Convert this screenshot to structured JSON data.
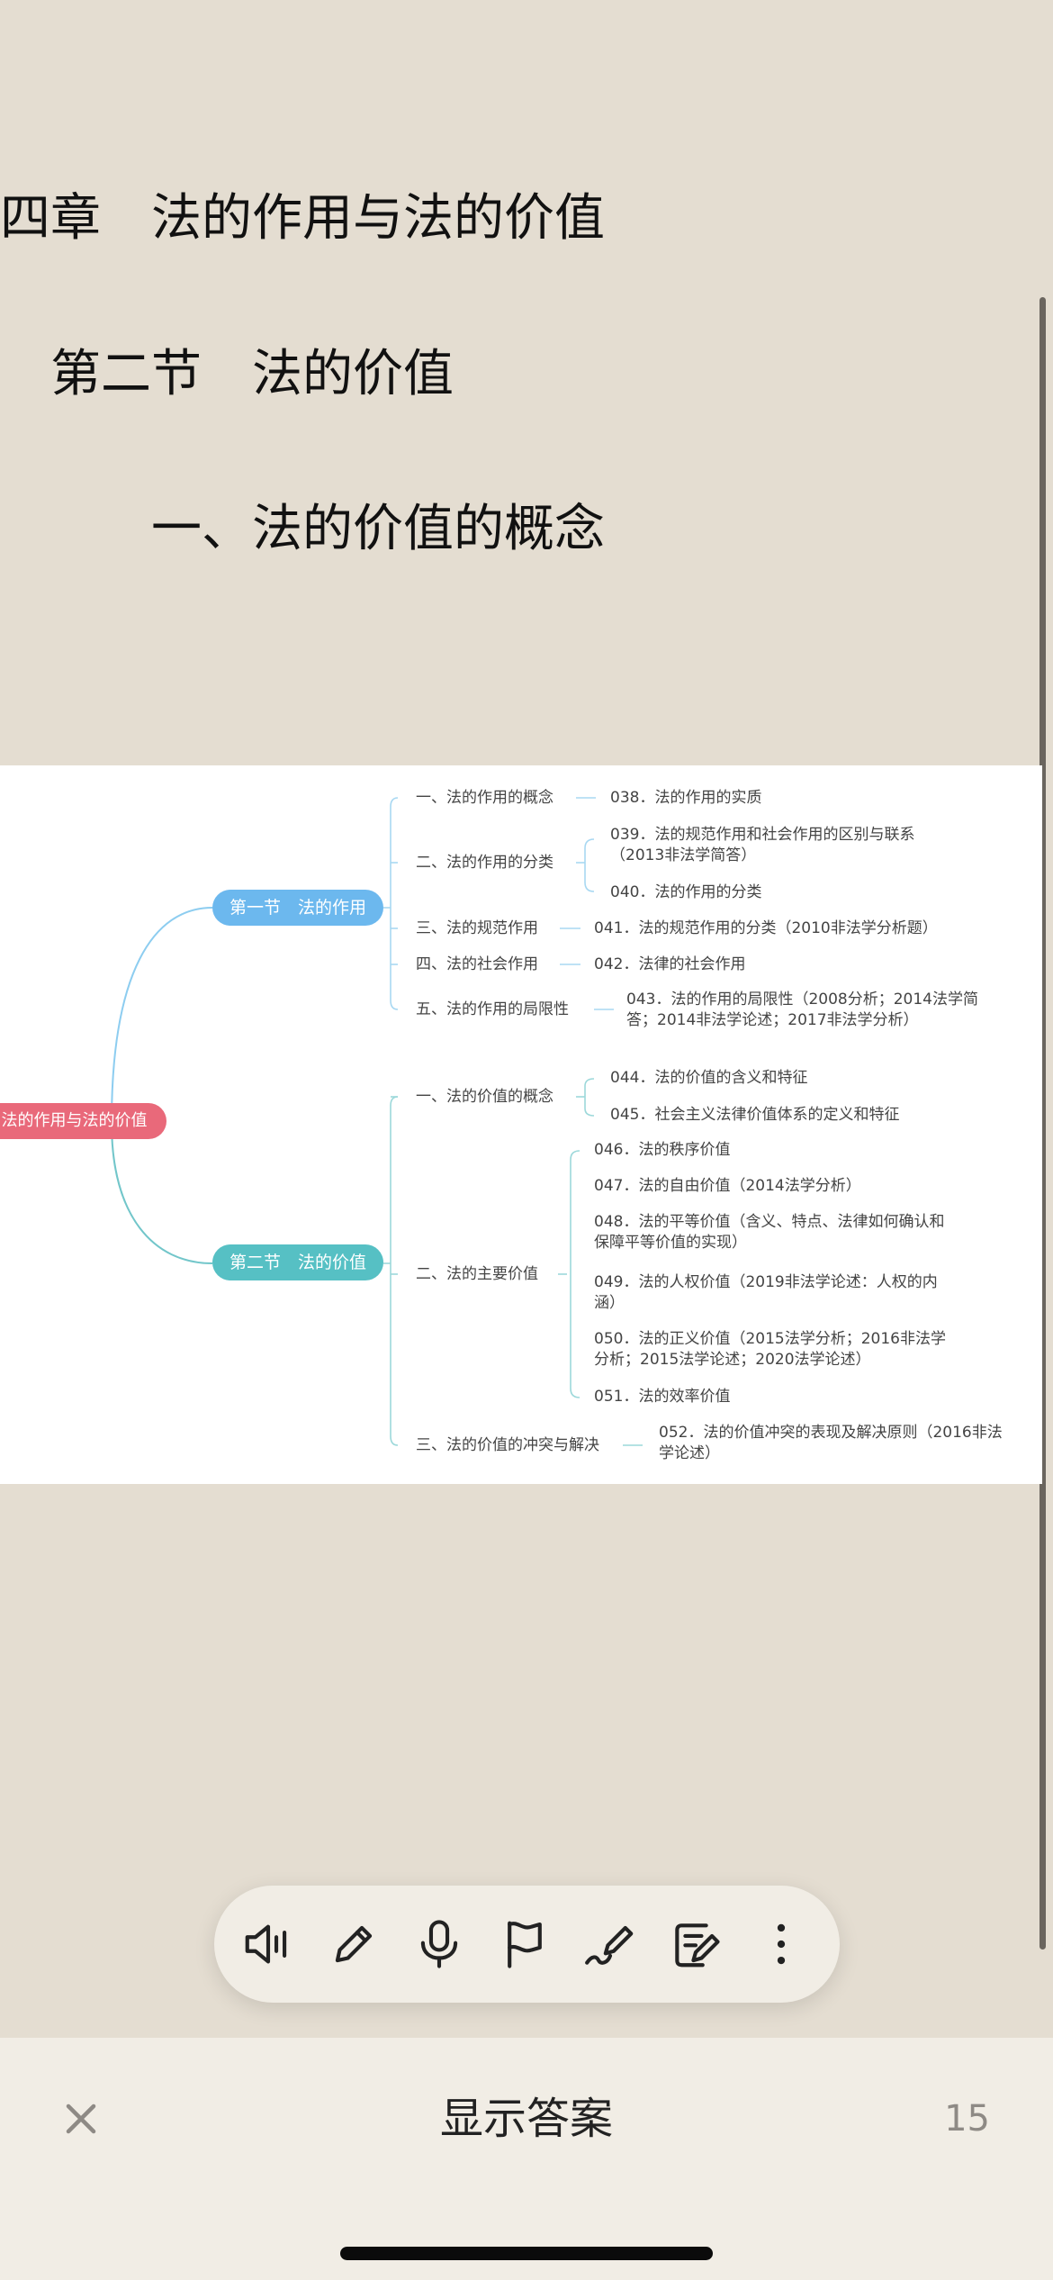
{
  "headings": {
    "chapter": "四章　法的作用与法的价值",
    "section": "第二节　法的价值",
    "subsection": "一、法的价值的概念"
  },
  "mindmap": {
    "root": "法的作用与法的价值",
    "branches": [
      {
        "title": "第一节　法的作用",
        "color": "#6cb8ee",
        "items": [
          {
            "label": "一、法的作用的概念",
            "leaves": [
              "038．法的作用的实质"
            ]
          },
          {
            "label": "二、法的作用的分类",
            "leaves": [
              "039．法的规范作用和社会作用的区别与联系\n（2013非法学简答）",
              "040．法的作用的分类"
            ]
          },
          {
            "label": "三、法的规范作用",
            "leaves": [
              "041．法的规范作用的分类（2010非法学分析题）"
            ]
          },
          {
            "label": "四、法的社会作用",
            "leaves": [
              "042．法律的社会作用"
            ]
          },
          {
            "label": "五、法的作用的局限性",
            "leaves": [
              "043．法的作用的局限性（2008分析；2014法学简\n答；2014非法学论述；2017非法学分析）"
            ]
          }
        ]
      },
      {
        "title": "第二节　法的价值",
        "color": "#56c0c4",
        "items": [
          {
            "label": "一、法的价值的概念",
            "leaves": [
              "044．法的价值的含义和特征",
              "045．社会主义法律价值体系的定义和特征"
            ]
          },
          {
            "label": "二、法的主要价值",
            "leaves": [
              "046．法的秩序价值",
              "047．法的自由价值（2014法学分析）",
              "048．法的平等价值（含义、特点、法律如何确认和\n保障平等价值的实现）",
              "049．法的人权价值（2019非法学论述：人权的内\n涵）",
              "050．法的正义价值（2015法学分析；2016非法学\n分析；2015法学论述；2020法学论述）",
              "051．法的效率价值"
            ]
          },
          {
            "label": "三、法的价值的冲突与解决",
            "leaves": [
              "052．法的价值冲突的表现及解决原则（2016非法\n学论述）"
            ]
          }
        ]
      }
    ],
    "root_color": "#e9697a"
  },
  "toolbar": {
    "tools": [
      "speaker-icon",
      "pencil-icon",
      "microphone-icon",
      "flag-icon",
      "scribble-pen-icon",
      "edit-note-icon",
      "more-icon"
    ]
  },
  "bottom_bar": {
    "close_label": "✕",
    "show_answer_label": "显示答案",
    "card_count": "15"
  }
}
